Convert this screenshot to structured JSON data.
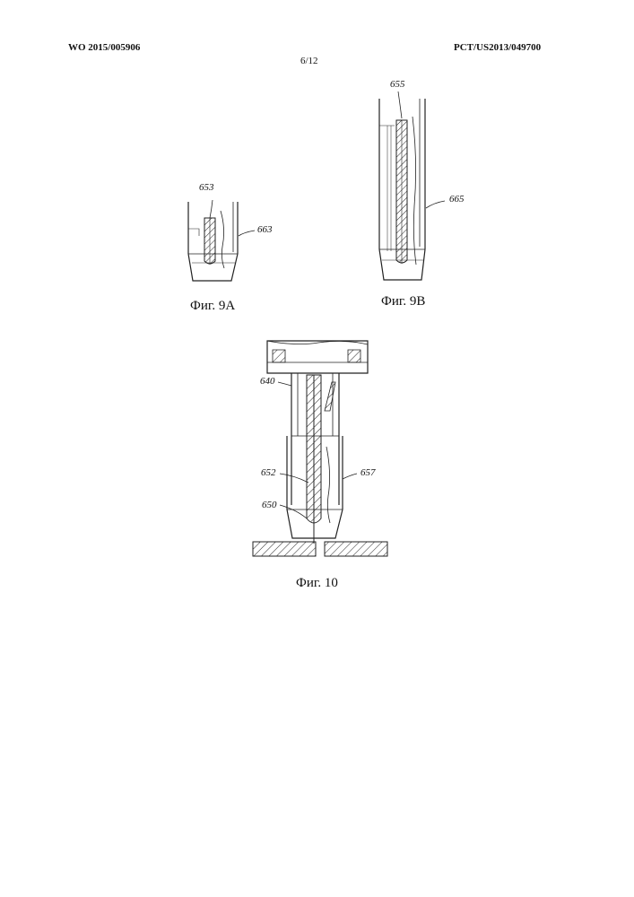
{
  "header": {
    "publication_number": "WO 2015/005906",
    "application_number": "PCT/US2013/049700",
    "sheet": "6/12"
  },
  "figures": {
    "fig9a": {
      "caption": "Фиг. 9А",
      "labels": [
        "653",
        "663"
      ]
    },
    "fig9b": {
      "caption": "Фиг. 9В",
      "labels": [
        "655",
        "665"
      ]
    },
    "fig10": {
      "caption": "Фиг. 10",
      "labels": [
        "640",
        "652",
        "650",
        "657"
      ]
    }
  }
}
